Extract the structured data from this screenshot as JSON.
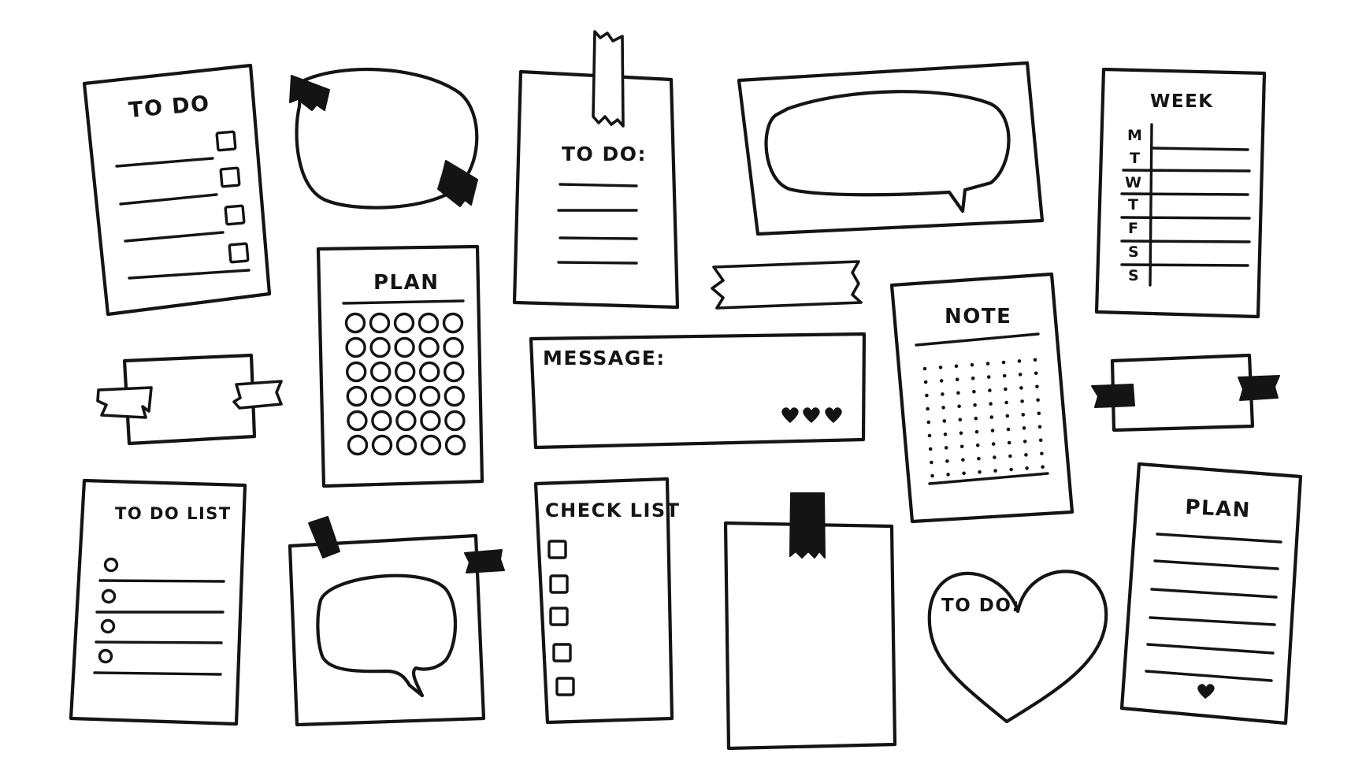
{
  "cards": {
    "todo_1": {
      "title": "TO DO"
    },
    "todo_2": {
      "title": "TO DO:"
    },
    "week": {
      "title": "WEEK",
      "days": [
        "M",
        "T",
        "W",
        "T",
        "F",
        "S",
        "S"
      ]
    },
    "plan_circles": {
      "title": "PLAN"
    },
    "message": {
      "title": "MESSAGE:"
    },
    "note": {
      "title": "NOTE"
    },
    "todo_list": {
      "title": "TO DO LIST"
    },
    "checklist": {
      "title": "CHECK LIST"
    },
    "heart": {
      "title": "TO DO:"
    },
    "plan_lines": {
      "title": "PLAN"
    }
  },
  "colors": {
    "ink": "#141414",
    "paper": "#ffffff"
  }
}
